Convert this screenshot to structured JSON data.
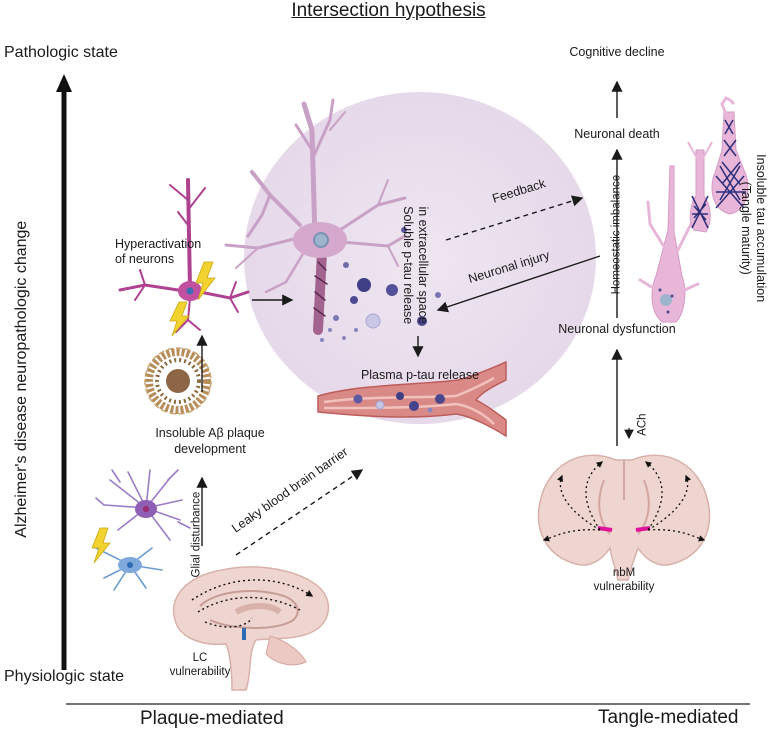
{
  "title": "Intersection hypothesis",
  "y_axis": {
    "label": "Alzheimer's disease neuropathologic change",
    "top": "Pathologic state",
    "bottom": "Physiologic state"
  },
  "x_axis": {
    "left": "Plaque-mediated",
    "right": "Tangle-mediated"
  },
  "left_column": {
    "hyperactivation": [
      "Hyperactivation",
      "of neurons"
    ],
    "plaque": [
      "Insoluble Aβ plaque",
      "development"
    ],
    "glial": "Glial disturbance",
    "lc": [
      "LC",
      "vulnerability"
    ],
    "leaky": "Leaky blood brain barrier"
  },
  "center": {
    "soluble": [
      "Soluble p-tau release",
      "in extracellular space"
    ],
    "plasma": "Plasma p-tau release",
    "feedback": "Feedback",
    "injury": "Neuronal injury"
  },
  "right_column": {
    "cognitive": "Cognitive decline",
    "death": "Neuronal death",
    "homeostatic": "Homeostatic imbalance",
    "tau": [
      "Insoluble tau accumulation",
      "(Tangle maturity)"
    ],
    "dysfunction": "Neuronal dysfunction",
    "ach": "ACh",
    "nbm": [
      "nbM",
      "vulnerability"
    ]
  },
  "colors": {
    "circle": "#ebe1ee",
    "neuron": "#c9a1c6",
    "neuron_dark": "#8a4d7f",
    "hyper_neuron": "#b0418f",
    "glia_purple": "#9b7cc6",
    "glia_blue": "#6b9bd1",
    "lightning": "#f2d22e",
    "vessel": "#d47a7a",
    "brain": "#e8c9c3",
    "tangle": "#2d2f7a",
    "plaque": "#a27a4a",
    "nbm_mark": "#e0129c"
  }
}
